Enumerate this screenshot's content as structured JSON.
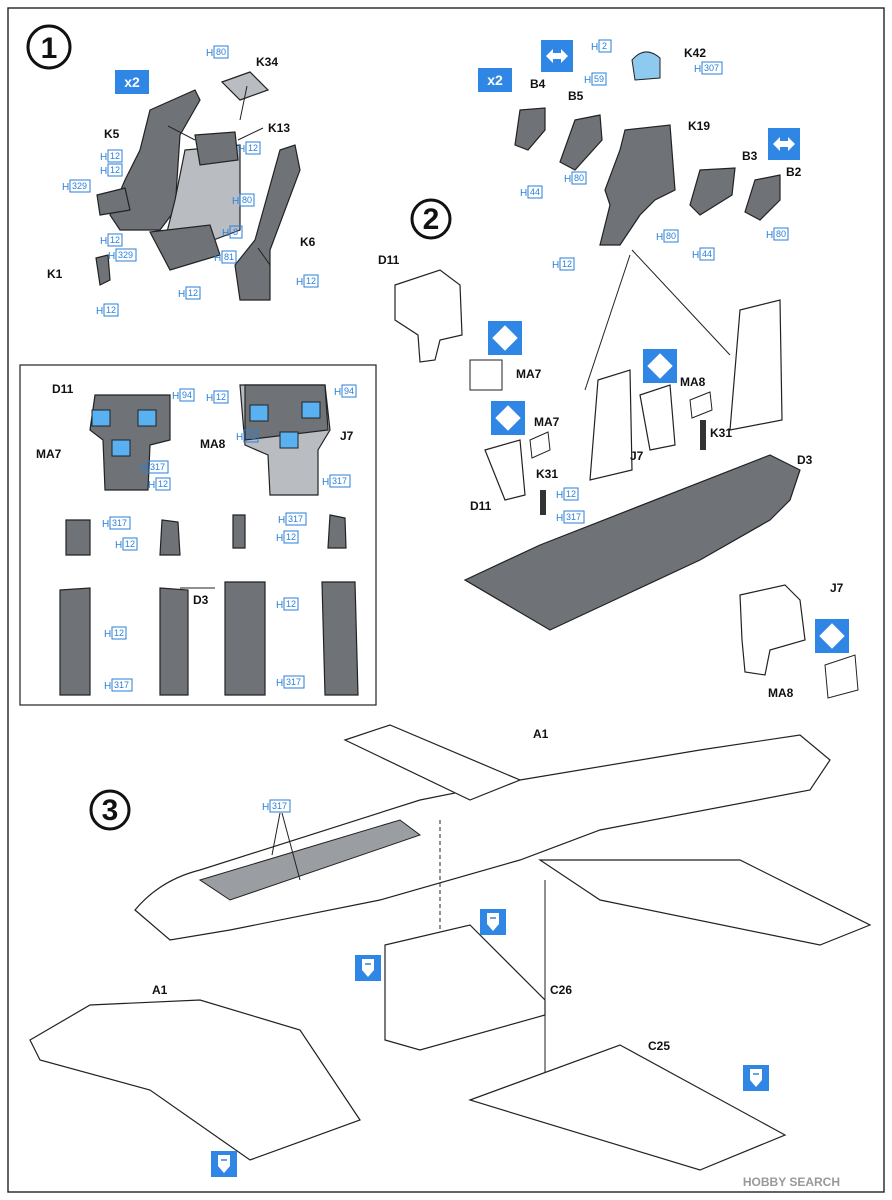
{
  "steps": {
    "s1": "1",
    "s2": "2",
    "s3": "3"
  },
  "multiplier": "x2",
  "paint_prefix": "H",
  "colors": {
    "paint_blue": "#2a7fd8",
    "badge_blue": "#2f86e4",
    "part_gray": "#6f7378",
    "light_gray": "#b9bdc1"
  },
  "step1": {
    "parts": {
      "k34": "K34",
      "k13": "K13",
      "k5": "K5",
      "k6": "K6",
      "k1": "K1"
    },
    "paints": {
      "p80a": "80",
      "p12a": "12",
      "p12b": "12",
      "p329a": "329",
      "p80b": "80",
      "p8": "8",
      "p12c": "12",
      "p329b": "329",
      "p81": "81",
      "p12d": "12",
      "p12e": "12",
      "p12f": "12"
    }
  },
  "inset": {
    "parts": {
      "d11": "D11",
      "ma7": "MA7",
      "ma8": "MA8",
      "j7": "J7",
      "d3": "D3"
    },
    "paints": {
      "p94a": "94",
      "p317a": "317",
      "p12a": "12",
      "p12b": "12",
      "p94b": "94",
      "p12c": "12",
      "p317b": "317",
      "p317c": "317",
      "p12d": "12",
      "p317d": "317",
      "p12e": "12",
      "p12f": "12",
      "p317e": "317",
      "p12g": "12",
      "p317f": "317"
    }
  },
  "step2": {
    "parts": {
      "k42": "K42",
      "b4": "B4",
      "b5": "B5",
      "k19": "K19",
      "b3": "B3",
      "b2": "B2",
      "d11a": "D11",
      "ma7a": "MA7",
      "ma8a": "MA8",
      "ma7b": "MA7",
      "k31a": "K31",
      "j7a": "J7",
      "d3": "D3",
      "d11b": "D11",
      "k31b": "K31",
      "j7b": "J7",
      "ma8b": "MA8"
    },
    "paints": {
      "p2": "2",
      "p307": "307",
      "p59": "59",
      "p44a": "44",
      "p80a": "80",
      "p80b": "80",
      "p12a": "12",
      "p44b": "44",
      "p80c": "80",
      "p12b": "12",
      "p317": "317"
    }
  },
  "step3": {
    "parts": {
      "a1a": "A1",
      "c26": "C26",
      "c25": "C25",
      "a1b": "A1"
    },
    "paints": {
      "p317": "317"
    }
  },
  "watermark": "HOBBY SEARCH"
}
